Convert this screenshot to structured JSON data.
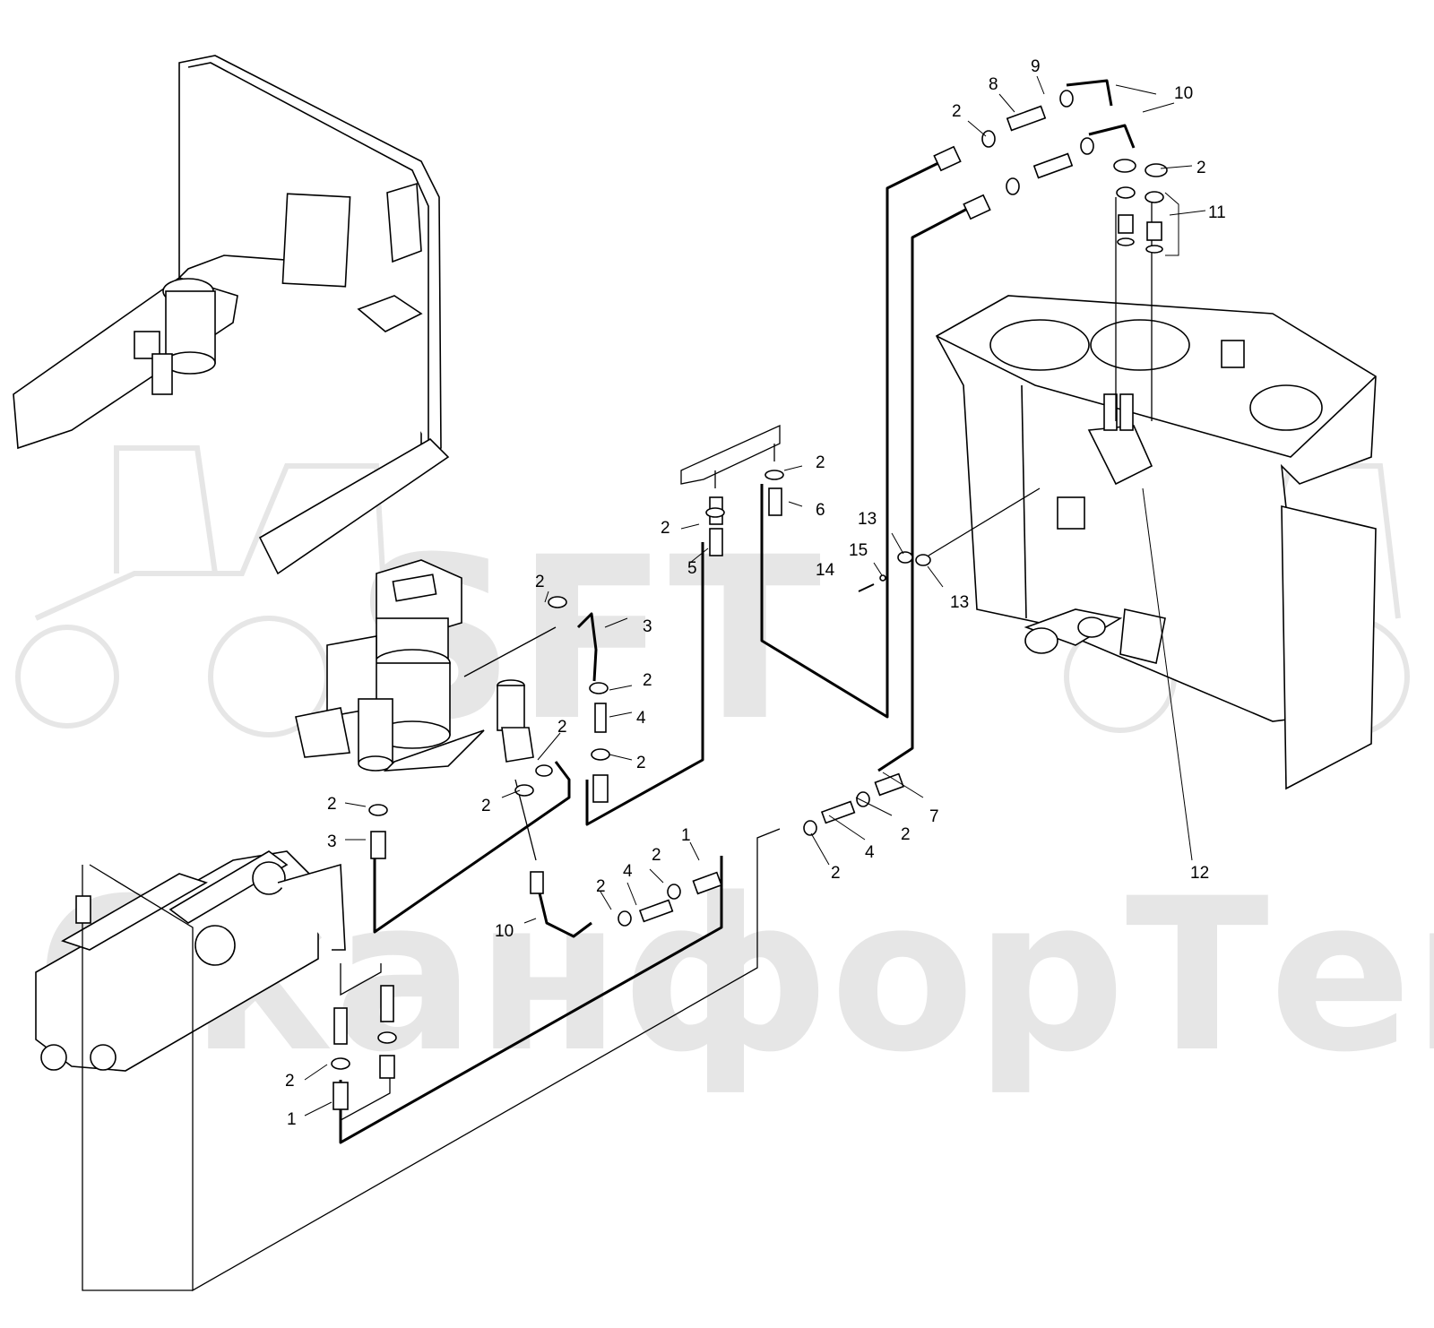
{
  "watermark": {
    "logo_text": "SFT",
    "brand_text": "СканфорТек",
    "color": "#e6e6e6"
  },
  "line_color": "#000000",
  "callouts": [
    {
      "id": "c9",
      "text": "9"
    },
    {
      "id": "c8",
      "text": "8"
    },
    {
      "id": "c10a",
      "text": "10"
    },
    {
      "id": "c2a",
      "text": "2"
    },
    {
      "id": "c2b",
      "text": "2"
    },
    {
      "id": "c11",
      "text": "11"
    },
    {
      "id": "c2c",
      "text": "2"
    },
    {
      "id": "c6",
      "text": "6"
    },
    {
      "id": "c2d",
      "text": "2"
    },
    {
      "id": "c5",
      "text": "5"
    },
    {
      "id": "c13a",
      "text": "13"
    },
    {
      "id": "c15",
      "text": "15"
    },
    {
      "id": "c14",
      "text": "14"
    },
    {
      "id": "c13b",
      "text": "13"
    },
    {
      "id": "c2e",
      "text": "2"
    },
    {
      "id": "c3a",
      "text": "3"
    },
    {
      "id": "c2f",
      "text": "2"
    },
    {
      "id": "c4a",
      "text": "4"
    },
    {
      "id": "c2g",
      "text": "2"
    },
    {
      "id": "c2h",
      "text": "2"
    },
    {
      "id": "c2i",
      "text": "2"
    },
    {
      "id": "c3b",
      "text": "3"
    },
    {
      "id": "c2j",
      "text": "2"
    },
    {
      "id": "c7",
      "text": "7"
    },
    {
      "id": "c2k",
      "text": "2"
    },
    {
      "id": "c4b",
      "text": "4"
    },
    {
      "id": "c2l",
      "text": "2"
    },
    {
      "id": "c12",
      "text": "12"
    },
    {
      "id": "c1a",
      "text": "1"
    },
    {
      "id": "c2m",
      "text": "2"
    },
    {
      "id": "c4c",
      "text": "4"
    },
    {
      "id": "c2n",
      "text": "2"
    },
    {
      "id": "c10b",
      "text": "10"
    },
    {
      "id": "c2o",
      "text": "2"
    },
    {
      "id": "c1b",
      "text": "1"
    }
  ]
}
